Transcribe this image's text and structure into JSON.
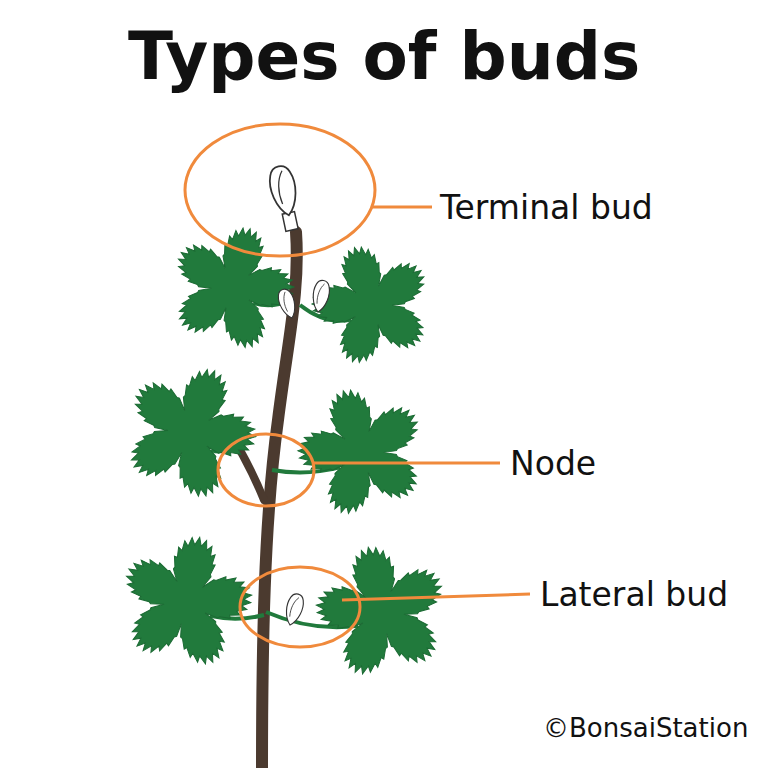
{
  "diagram": {
    "title": "Types of buds",
    "labels": [
      "Terminal bud",
      "Node",
      "Lateral bud",
      "©BonsaiStation"
    ]
  }
}
